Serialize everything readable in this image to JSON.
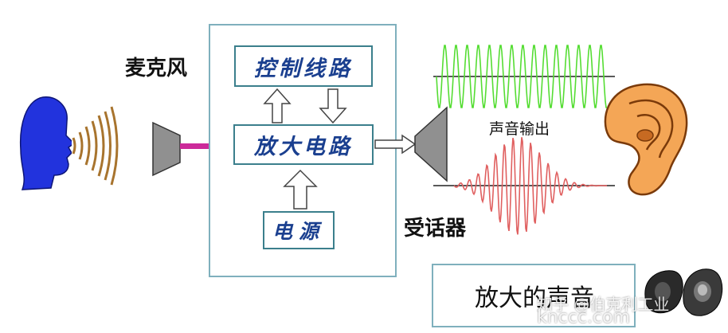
{
  "labels": {
    "microphone": "麦克风",
    "receiver": "受话器",
    "sound_output": "声音输出",
    "louder_sound": "放大的声音"
  },
  "blocks": {
    "control_circuit": "控制线路",
    "amplifier_circuit": "放大电路",
    "power_supply": "电源"
  },
  "watermark": {
    "line1": "知乎 @伯克利工业",
    "line2": "knccc.com"
  },
  "colors": {
    "head": "#2233dd",
    "top_wave": "#55dd33",
    "bottom_wave": "#e06060",
    "ear": "#f0a050",
    "box_border": "#3b7f8c",
    "box_text": "#1a3f8f",
    "cable": "#cc2a9a"
  },
  "icons": [
    "head-icon",
    "sound-waves-icon",
    "microphone-icon",
    "speaker-icon",
    "ear-icon",
    "hearing-aid-icon"
  ]
}
